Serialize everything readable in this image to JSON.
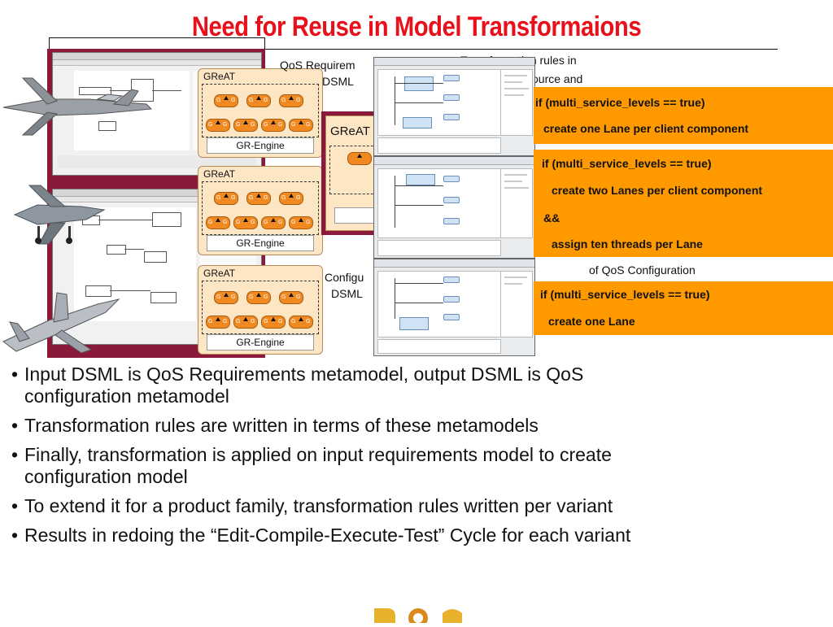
{
  "slide": {
    "title": "Need for Reuse in Model Transformaions"
  },
  "great_boxes": [
    {
      "label": "GReAT",
      "engine": "GR-Engine",
      "pill_glyph": "G"
    },
    {
      "label": "GReAT",
      "engine": "GR-Engine",
      "pill_glyph": "G"
    },
    {
      "label": "GReAT",
      "engine": "GR-Engine",
      "pill_glyph": "G"
    }
  ],
  "middle_great": {
    "label": "GReAT"
  },
  "captions": {
    "qos_requirements_line1": "QoS Requirem",
    "qos_requirements_line2": "DSML",
    "rules_line1": "Transformation rules in",
    "rules_line2": "ource and",
    "configuration_line1": "Configu",
    "configuration_line2": "DSML",
    "qos_configuration": "of QoS Configuration"
  },
  "rules": [
    {
      "lines": [
        "if (multi_service_levels == true)",
        "create one Lane per client component"
      ]
    },
    {
      "lines": [
        "if (multi_service_levels == true)",
        "create two Lanes per client component",
        "&&",
        "assign ten threads per Lane"
      ]
    },
    {
      "lines": [
        "if (multi_service_levels == true)",
        "create one Lane"
      ]
    }
  ],
  "bullets": [
    {
      "marker": "•",
      "text_line1": "Input DSML is QoS Requirements metamodel, output DSML is QoS",
      "text_line2": "configuration metamodel"
    },
    {
      "marker": "•",
      "text_line1": "Transformation rules are written in terms of these metamodels",
      "text_line2": ""
    },
    {
      "marker": "•",
      "text_line1": "Finally, transformation is applied on input requirements model to create",
      "text_line2": "configuration model"
    },
    {
      "marker": "•",
      "text_line1": "To extend it for a product family, transformation rules written per variant",
      "text_line2": ""
    },
    {
      "marker": "•",
      "text_line1": "Results in redoing the “Edit-Compile-Execute-Test” Cycle for each variant",
      "text_line2": ""
    }
  ],
  "colors": {
    "title": "#e8101a",
    "rule_fill": "#ff9900",
    "frame": "#8b1a3a",
    "great_fill": "#fde6c4",
    "pill": "#f08a20"
  },
  "icons": [
    "fighter-jet-icon",
    "harrier-jet-icon",
    "hornet-jet-icon",
    "logo-icon"
  ]
}
